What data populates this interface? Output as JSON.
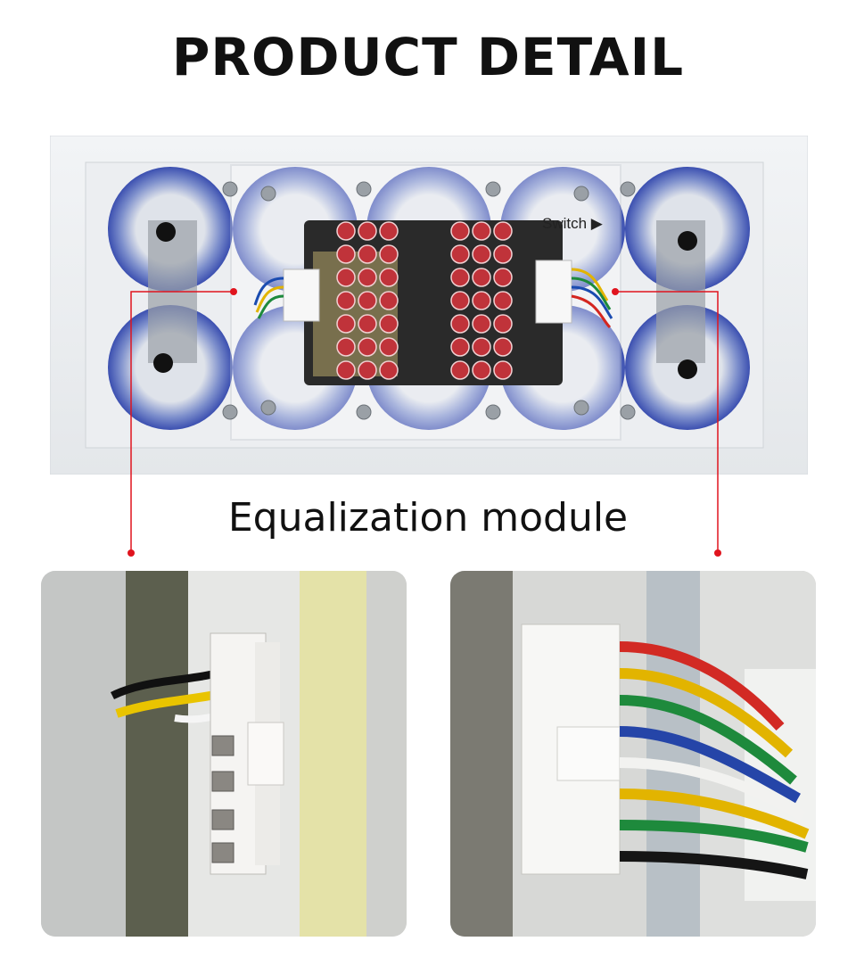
{
  "header": {
    "title": "PRODUCT DETAIL"
  },
  "main_photo": {
    "switch_label": "Switch ▶"
  },
  "caption": {
    "text": "Equalization module"
  },
  "colors": {
    "callout": "#e0141e",
    "capacitor_blue": "#3b4fb0",
    "capacitor_red": "#c0333a"
  }
}
